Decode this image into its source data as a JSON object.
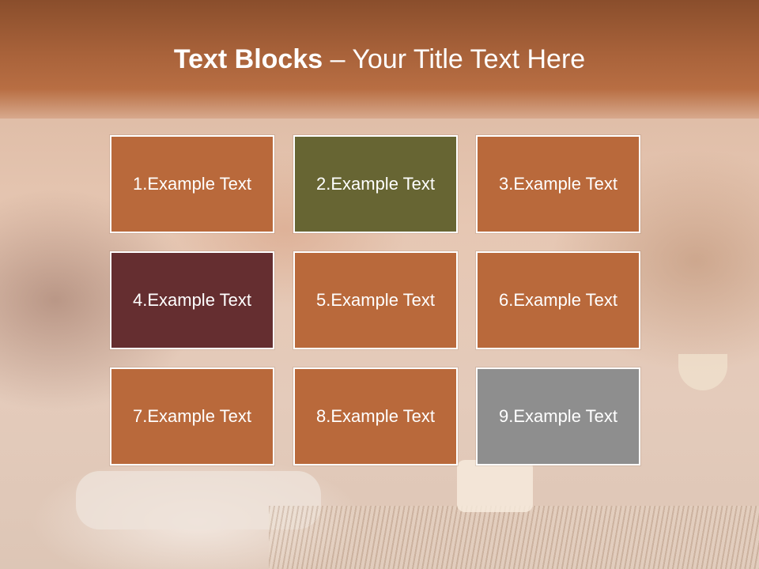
{
  "title": {
    "bold": "Text Blocks",
    "separator": " – ",
    "rest": "Your Title Text Here"
  },
  "blocks": [
    {
      "label": "1.Example Text",
      "color": "#b9693b"
    },
    {
      "label": "2.Example Text",
      "color": "#676533"
    },
    {
      "label": "3.Example Text",
      "color": "#b9693b"
    },
    {
      "label": "4.Example Text",
      "color": "#652e30"
    },
    {
      "label": "5.Example Text",
      "color": "#b9693b"
    },
    {
      "label": "6.Example Text",
      "color": "#b9693b"
    },
    {
      "label": "7.Example Text",
      "color": "#b9693b"
    },
    {
      "label": "8.Example Text",
      "color": "#b9693b"
    },
    {
      "label": "9.Example Text",
      "color": "#8e8e8e"
    }
  ],
  "colors": {
    "header": "#a8623a",
    "text": "#ffffff",
    "border": "#ffffff"
  }
}
